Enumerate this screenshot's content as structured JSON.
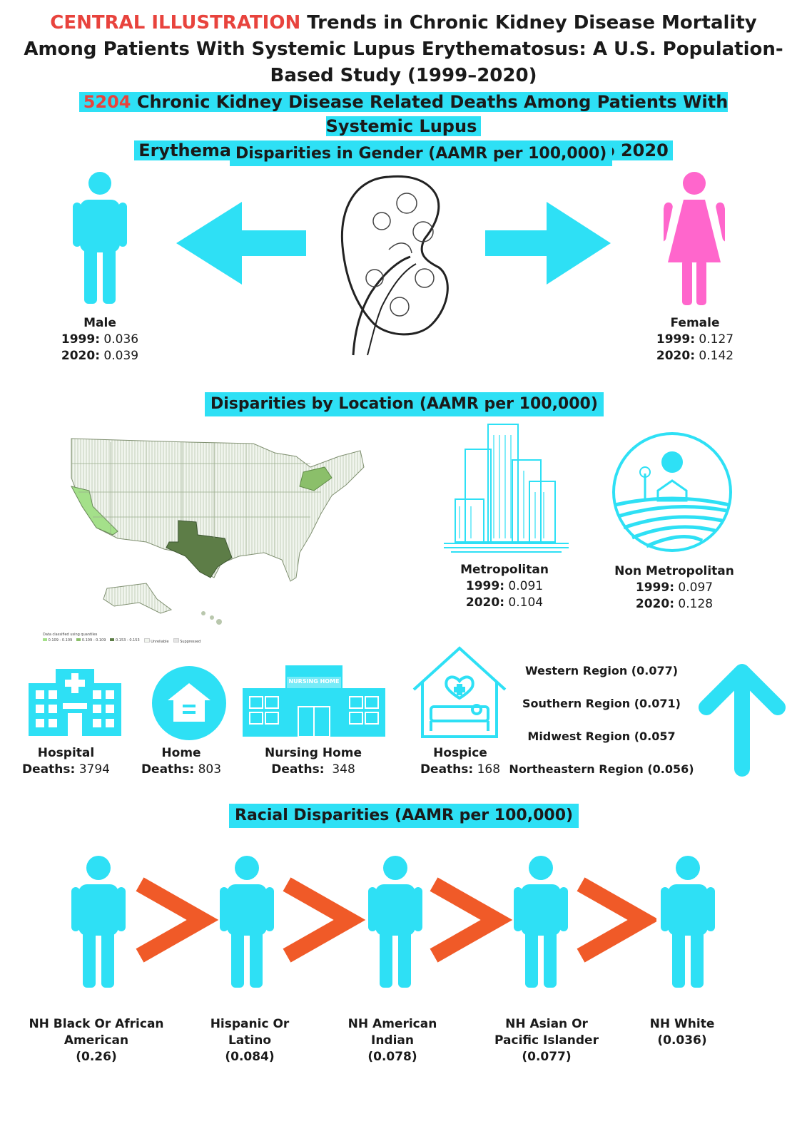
{
  "header": {
    "label": "CENTRAL ILLUSTRATION",
    "title": "Trends in Chronic Kidney Disease Mortality Among Patients With Systemic Lupus Erythematosus: A U.S. Population-Based Study (1999–2020)"
  },
  "deaths_banner": {
    "count": "5204",
    "text_line1": "Chronic Kidney Disease Related Deaths Among Patients With Systemic Lupus",
    "text_line2": "Erythematosus in the United States from 1999 to 2020"
  },
  "gender": {
    "heading": "Disparities in Gender (AAMR per 100,000)",
    "male": {
      "label": "Male",
      "y1999_label": "1999:",
      "y1999": "0.036",
      "y2020_label": "2020:",
      "y2020": "0.039"
    },
    "female": {
      "label": "Female",
      "y1999_label": "1999:",
      "y1999": "0.127",
      "y2020_label": "2020:",
      "y2020": "0.142"
    }
  },
  "location": {
    "heading": "Disparities by Location (AAMR per 100,000)",
    "map_legend": {
      "title": "Data classified using quantiles",
      "items": [
        "0.109 - 0.109",
        "0.109 - 0.109",
        "0.153 - 0.153",
        "Unreliable",
        "Suppressed"
      ]
    },
    "metro": {
      "label": "Metropolitan",
      "y1999_label": "1999:",
      "y1999": "0.091",
      "y2020_label": "2020:",
      "y2020": "0.104"
    },
    "nonmetro": {
      "label": "Non Metropolitan",
      "y1999_label": "1999:",
      "y1999": "0.097",
      "y2020_label": "2020:",
      "y2020": "0.128"
    }
  },
  "places": [
    {
      "label": "Hospital",
      "deaths_label": "Deaths:",
      "deaths": "3794"
    },
    {
      "label": "Home",
      "deaths_label": "Deaths:",
      "deaths": "803"
    },
    {
      "label": "Nursing Home",
      "deaths_label": "Deaths:",
      "deaths": "348"
    },
    {
      "label": "Hospice",
      "deaths_label": "Deaths:",
      "deaths": "168"
    }
  ],
  "nursing_sign": "NURSING HOME",
  "regions": [
    "Western Region (0.077)",
    "Southern Region (0.071)",
    "Midwest Region (0.057",
    "Northeastern Region (0.056)"
  ],
  "race": {
    "heading": "Racial Disparities (AAMR per 100,000)",
    "groups": [
      {
        "line1": "NH Black Or African",
        "line2": "American",
        "value": "(0.26)"
      },
      {
        "line1": "Hispanic Or",
        "line2": "Latino",
        "value": "(0.084)"
      },
      {
        "line1": "NH American",
        "line2": "Indian",
        "value": "(0.078)"
      },
      {
        "line1": "NH Asian Or",
        "line2": "Pacific Islander",
        "value": "(0.077)"
      },
      {
        "line1": "NH White",
        "line2": "(0.036)",
        "value": ""
      }
    ]
  },
  "colors": {
    "cyan": "#2ee0f5",
    "pink": "#ff66cc",
    "red_text": "#e8433d",
    "orange_symbol": "#f05a28"
  }
}
